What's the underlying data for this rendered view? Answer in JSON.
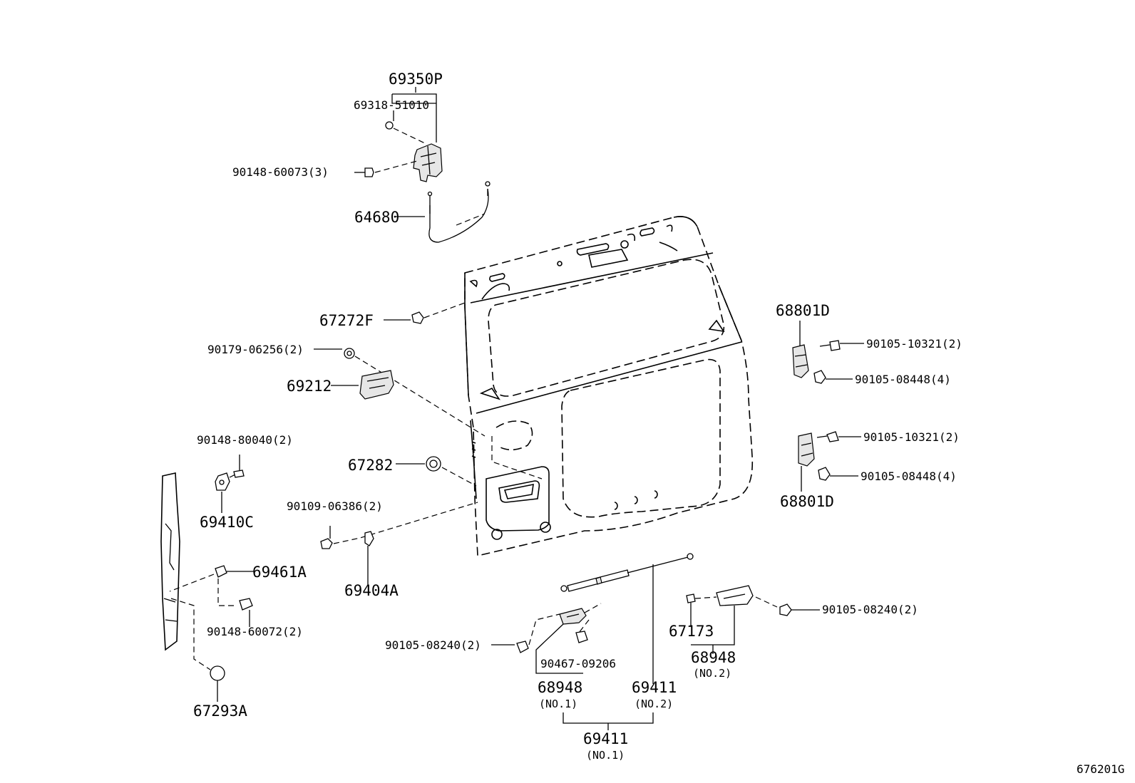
{
  "diagram_id": "676201G",
  "labels": {
    "l69350P": "69350P",
    "l69318": "69318-51010",
    "l90148_60073": "90148-60073(3)",
    "l64680": "64680",
    "l67272F": "67272F",
    "l90179": "90179-06256(2)",
    "l69212": "69212",
    "l90148_80040": "90148-80040(2)",
    "l67282": "67282",
    "l69410C": "69410C",
    "l90109": "90109-06386(2)",
    "l69404A": "69404A",
    "l69461A": "69461A",
    "l90148_60072": "90148-60072(2)",
    "l67293A": "67293A",
    "l90105_08240_left": "90105-08240(2)",
    "l90467": "90467-09206",
    "l68948_no1": "68948",
    "l68948_no1_sub": "(NO.1)",
    "l69411_no2": "69411",
    "l69411_no2_sub": "(NO.2)",
    "l69411_no1": "69411",
    "l69411_no1_sub": "(NO.1)",
    "l67173": "67173",
    "l68948_no2": "68948",
    "l68948_no2_sub": "(NO.2)",
    "l90105_08240_right": "90105-08240(2)",
    "l68801D_top": "68801D",
    "l90105_10321_top": "90105-10321(2)",
    "l90105_08448_top": "90105-08448(4)",
    "l90105_10321_bot": "90105-10321(2)",
    "l90105_08448_bot": "90105-08448(4)",
    "l68801D_bot": "68801D"
  }
}
